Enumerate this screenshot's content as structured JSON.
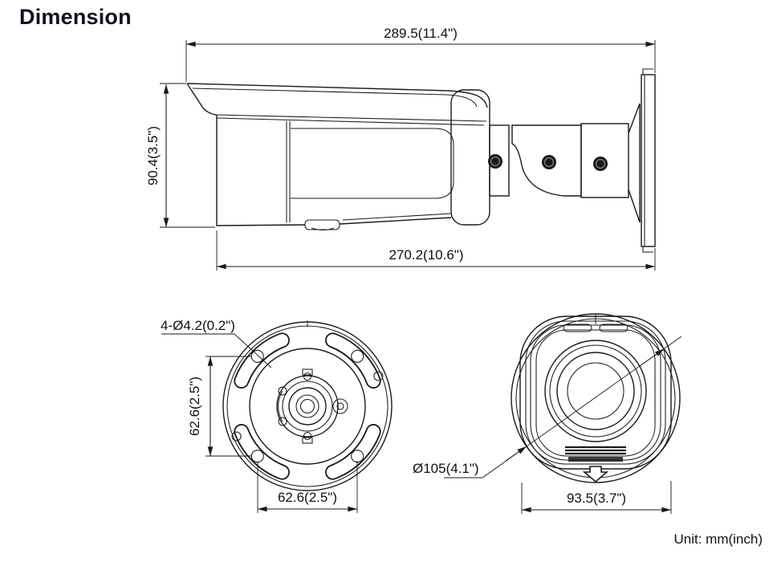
{
  "title": "Dimension",
  "unit_label": "Unit: mm(inch)",
  "side_view": {
    "overall_length": "289.5(11.4\")",
    "body_height": "90.4(3.5\")",
    "body_length": "270.2(10.6\")"
  },
  "back_view": {
    "mounting_holes": "4-Ø4.2(0.2\")",
    "hole_spacing_vertical": "62.6(2.5\")",
    "hole_spacing_horizontal": "62.6(2.5\")"
  },
  "front_view": {
    "face_diameter": "Ø105(4.1\")",
    "face_width": "93.5(3.7\")"
  },
  "colors": {
    "line": "#1a1a1a",
    "text": "#111111",
    "title": "#12121a"
  }
}
